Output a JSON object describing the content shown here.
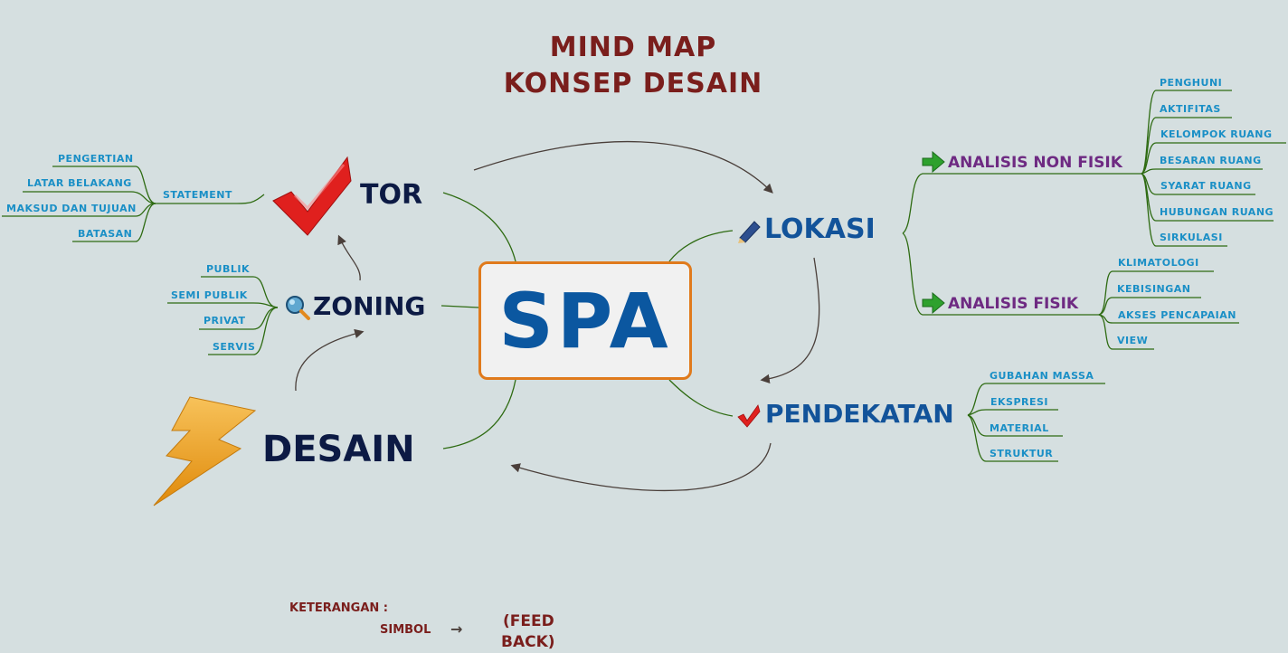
{
  "title": {
    "line1": "MIND MAP",
    "line2": "KONSEP DESAIN"
  },
  "center": {
    "label": "SPA",
    "border_color": "#e07a1c",
    "text_color": "#0b57a0"
  },
  "nodes": {
    "tor": {
      "label": "TOR",
      "icon": "red-check-icon",
      "branch": {
        "label": "STATEMENT",
        "children": [
          "PENGERTIAN",
          "LATAR BELAKANG",
          "MAKSUD DAN TUJUAN",
          "BATASAN"
        ]
      }
    },
    "zoning": {
      "label": "ZONING",
      "icon": "magnifier-icon",
      "children": [
        "PUBLIK",
        "SEMI PUBLIK",
        "PRIVAT",
        "SERVIS"
      ]
    },
    "desain": {
      "label": "DESAIN",
      "icon": "lightning-icon"
    },
    "lokasi": {
      "label": "LOKASI",
      "icon": "pencil-icon",
      "branches": [
        {
          "label": "ANALISIS NON FISIK",
          "icon": "green-arrow-icon",
          "children": [
            "PENGHUNI",
            "AKTIFITAS",
            "KELOMPOK RUANG",
            "BESARAN RUANG",
            "SYARAT RUANG",
            "HUBUNGAN RUANG",
            "SIRKULASI"
          ]
        },
        {
          "label": "ANALISIS FISIK",
          "icon": "green-arrow-icon",
          "children": [
            "KLIMATOLOGI",
            "KEBISINGAN",
            "AKSES PENCAPAIAN",
            "VIEW"
          ]
        }
      ]
    },
    "pendekatan": {
      "label": "PENDEKATAN",
      "icon": "red-check-icon",
      "children": [
        "GUBAHAN MASSA",
        "EKSPRESI",
        "MATERIAL",
        "STRUKTUR"
      ]
    }
  },
  "legend": {
    "heading": "KETERANGAN :",
    "symbol_label": "SIMBOL",
    "arrow": "→",
    "meaning_line1": "(FEED",
    "meaning_line2": "BACK)"
  },
  "colors": {
    "background": "#d5dfe0",
    "branch_line": "#2e6b12",
    "feedback_arrow": "#4a3f3a",
    "leaf_text": "#1a8fc6",
    "title": "#7a1e1c"
  }
}
